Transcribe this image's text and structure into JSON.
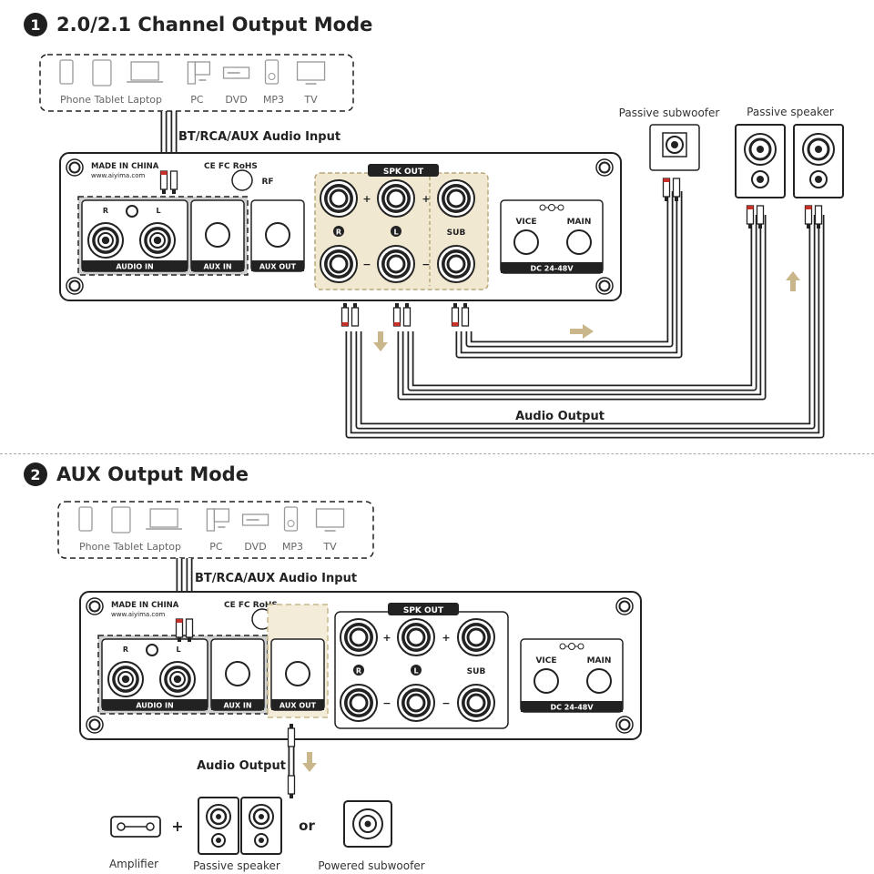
{
  "sections": [
    {
      "number": "1",
      "title": "2.0/2.1 Channel Output Mode",
      "input_label": "BT/RCA/AUX Audio Input",
      "output_label": "Audio Output",
      "sources": [
        "Phone",
        "Tablet",
        "Laptop",
        "PC",
        "DVD",
        "MP3",
        "TV"
      ],
      "passive_subwoofer_label": "Passive subwoofer",
      "passive_speaker_label": "Passive  speaker"
    },
    {
      "number": "2",
      "title": "AUX Output Mode",
      "input_label": "BT/RCA/AUX Audio Input",
      "output_label": "Audio Output",
      "sources": [
        "Phone",
        "Tablet",
        "Laptop",
        "PC",
        "DVD",
        "MP3",
        "TV"
      ],
      "targets": [
        "Amplifier",
        "Passive speaker",
        "Powered subwoofer"
      ],
      "plus": "+",
      "or": "or"
    }
  ],
  "device": {
    "made_in": "MADE IN CHINA",
    "website": "www.aiyima.com",
    "certs": "CE FC RoHS",
    "rf": "RF",
    "audio_in": "AUDIO IN",
    "aux_in": "AUX IN",
    "aux_out": "AUX OUT",
    "spk_out": "SPK OUT",
    "r": "R",
    "l": "L",
    "rb": "R",
    "lb": "L",
    "sub": "SUB",
    "plus": "+",
    "minus": "−",
    "vice": "VICE",
    "main": "MAIN",
    "dc": "DC 24-48V"
  },
  "colors": {
    "panel_border": "#222222",
    "audio_in_fill": "#cfcfcf",
    "spk_fill": "#f1e8d2",
    "aux_out_highlight": "#f3ecd9",
    "arrow": "#c9b78b",
    "wire_red": "#c8302a",
    "dark": "#1f1f1f"
  }
}
